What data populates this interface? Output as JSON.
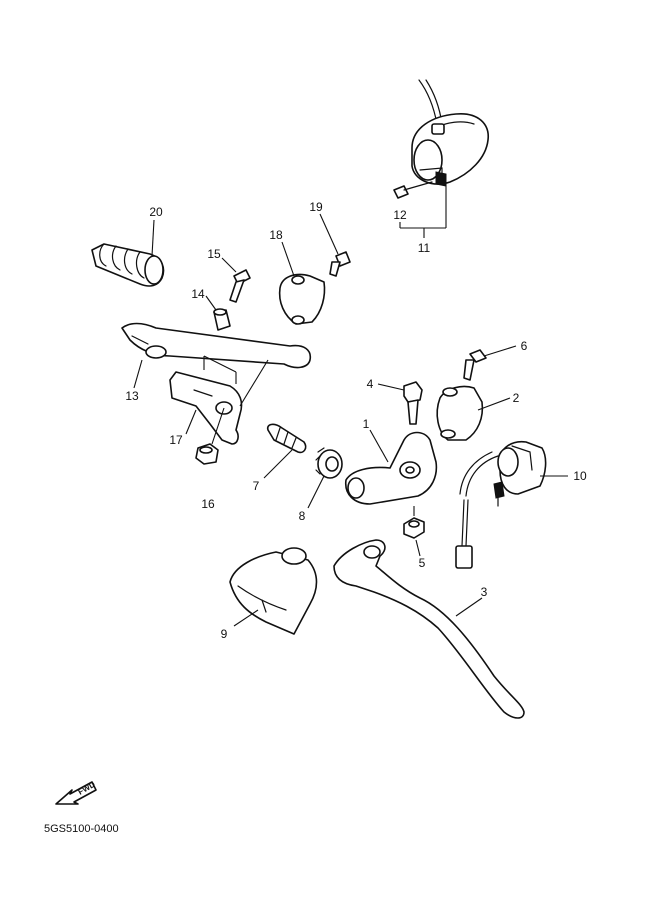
{
  "diagram": {
    "callouts": [
      "1",
      "2",
      "3",
      "4",
      "5",
      "6",
      "7",
      "8",
      "9",
      "10",
      "11",
      "12",
      "13",
      "14",
      "15",
      "16",
      "17",
      "18",
      "19",
      "20"
    ],
    "fwd_label": "FWD",
    "drawing_code": "5GS5100-0400"
  }
}
